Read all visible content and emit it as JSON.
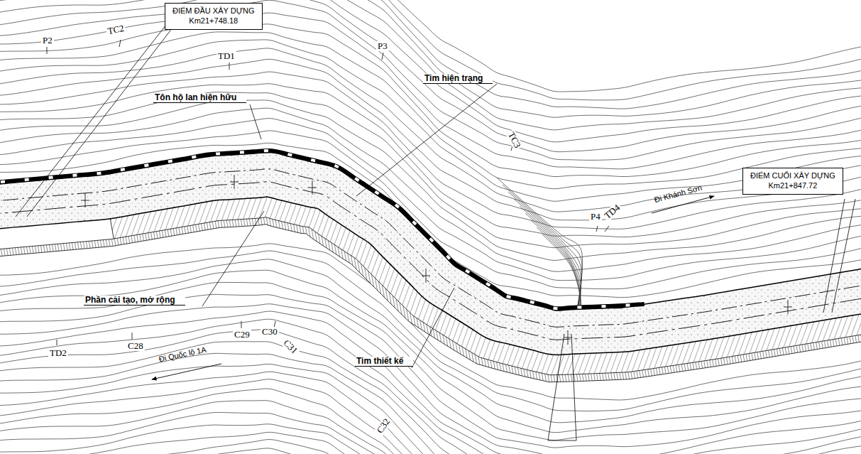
{
  "diagram": {
    "nodes": [
      {
        "text": [
          "ĐIỂM ĐẦU XÂY DỰNG",
          "Km21+748.18"
        ]
      },
      {
        "text": [
          "ĐIỂM CUỐI XÂY DỰNG",
          "Km21+847.72"
        ]
      }
    ],
    "labels": [
      "P2",
      "TC2",
      "TD1",
      "P3",
      "Tim hiện trạng",
      "Tôn hộ lan hiện hữu",
      "TC3",
      "Đi Khánh Sơn",
      "P4",
      "TD4",
      "Phần cải tạo, mở rộng",
      "TD2",
      "C28",
      "C29",
      "C30",
      "C31",
      "Đi Quốc lộ 1A",
      "Tim thiết kế",
      "C32"
    ]
  }
}
